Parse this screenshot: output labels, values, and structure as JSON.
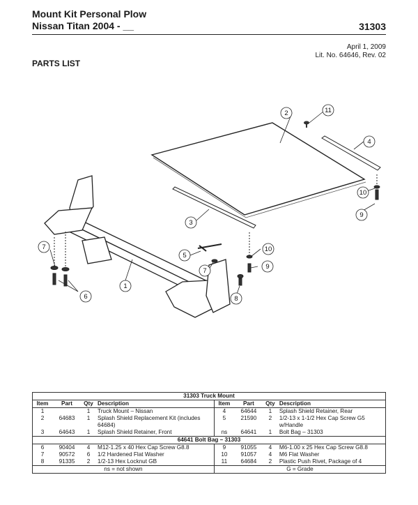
{
  "header": {
    "title_line1": "Mount Kit Personal Plow",
    "title_line2": "Nissan Titan 2004 - __",
    "part_number": "31303",
    "date": "April 1, 2009",
    "lit_no": "Lit. No. 64646, Rev. 02"
  },
  "section_heading": "PARTS LIST",
  "callouts": [
    "1",
    "2",
    "3",
    "4",
    "5",
    "6",
    "7",
    "7",
    "9",
    "9",
    "10",
    "10",
    "11"
  ],
  "table": {
    "title": "31303  Truck Mount",
    "columns": [
      "Item",
      "Part",
      "Qty",
      "Description"
    ],
    "rows_a": [
      {
        "l": {
          "item": "1",
          "part": "",
          "qty": "1",
          "desc": "Truck Mount – Nissan"
        },
        "r": {
          "item": "4",
          "part": "64644",
          "qty": "1",
          "desc": "Splash Shield Retainer, Rear"
        }
      },
      {
        "l": {
          "item": "2",
          "part": "64683",
          "qty": "1",
          "desc": "Splash Shield Replacement Kit (includes 64684)"
        },
        "r": {
          "item": "5",
          "part": "21590",
          "qty": "2",
          "desc": "1/2-13 x 1-1/2 Hex Cap Screw G5 w/Handle"
        }
      },
      {
        "l": {
          "item": "3",
          "part": "64643",
          "qty": "1",
          "desc": "Splash Shield Retainer, Front"
        },
        "r": {
          "item": "ns",
          "part": "64641",
          "qty": "1",
          "desc": "Bolt Bag – 31303"
        }
      }
    ],
    "bag_title": "64641  Bolt Bag – 31303",
    "rows_b": [
      {
        "l": {
          "item": "6",
          "part": "90404",
          "qty": "4",
          "desc": "M12-1.25 x 40 Hex Cap Screw G8.8"
        },
        "r": {
          "item": "9",
          "part": "91055",
          "qty": "4",
          "desc": "M6-1.00 x 25 Hex Cap Screw G8.8"
        }
      },
      {
        "l": {
          "item": "7",
          "part": "90572",
          "qty": "6",
          "desc": "1/2 Hardened Flat Washer"
        },
        "r": {
          "item": "10",
          "part": "91057",
          "qty": "4",
          "desc": "M6 Flat Washer"
        }
      },
      {
        "l": {
          "item": "8",
          "part": "91335",
          "qty": "2",
          "desc": "1/2-13 Hex Locknut GB"
        },
        "r": {
          "item": "11",
          "part": "64684",
          "qty": "2",
          "desc": "Plastic Push Rivet, Package of 4"
        }
      }
    ],
    "footnote_left": "ns = not shown",
    "footnote_right": "G = Grade"
  }
}
